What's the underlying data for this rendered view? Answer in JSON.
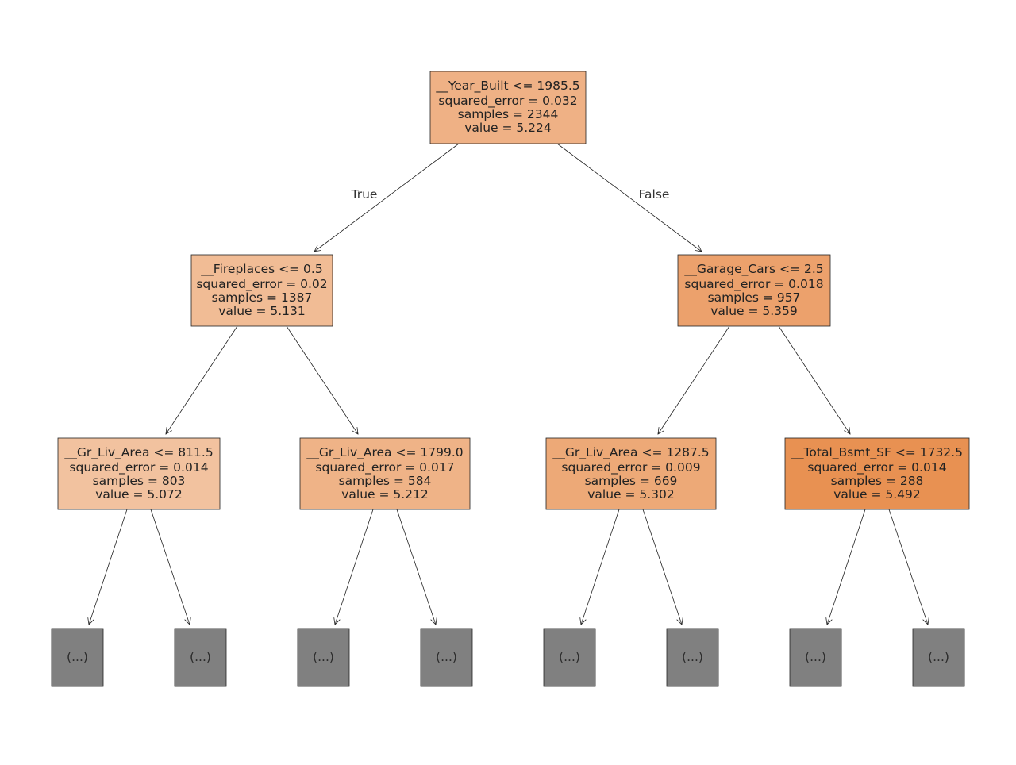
{
  "edge_labels": {
    "true_label": "True",
    "false_label": "False"
  },
  "colors": {
    "node_light": "#f2c29f",
    "node_mid": "#eeab7b",
    "node_dark": "#e89152",
    "truncated": "#808080",
    "edge": "#222222"
  },
  "nodes": [
    {
      "id": "root",
      "lines": [
        "__Year_Built <= 1985.5",
        "squared_error = 0.032",
        "samples = 2344",
        "value = 5.224"
      ],
      "value": 5.224
    },
    {
      "id": "n1",
      "lines": [
        "__Fireplaces <= 0.5",
        "squared_error = 0.02",
        "samples = 1387",
        "value = 5.131"
      ],
      "value": 5.131
    },
    {
      "id": "n2",
      "lines": [
        "__Garage_Cars <= 2.5",
        "squared_error = 0.018",
        "samples = 957",
        "value = 5.359"
      ],
      "value": 5.359
    },
    {
      "id": "n3",
      "lines": [
        "__Gr_Liv_Area <= 811.5",
        "squared_error = 0.014",
        "samples = 803",
        "value = 5.072"
      ],
      "value": 5.072
    },
    {
      "id": "n4",
      "lines": [
        "__Gr_Liv_Area <= 1799.0",
        "squared_error = 0.017",
        "samples = 584",
        "value = 5.212"
      ],
      "value": 5.212
    },
    {
      "id": "n5",
      "lines": [
        "__Gr_Liv_Area <= 1287.5",
        "squared_error = 0.009",
        "samples = 669",
        "value = 5.302"
      ],
      "value": 5.302
    },
    {
      "id": "n6",
      "lines": [
        "__Total_Bsmt_SF <= 1732.5",
        "squared_error = 0.014",
        "samples = 288",
        "value = 5.492"
      ],
      "value": 5.492
    }
  ],
  "truncated_label": "(...)",
  "truncated_count": 8
}
